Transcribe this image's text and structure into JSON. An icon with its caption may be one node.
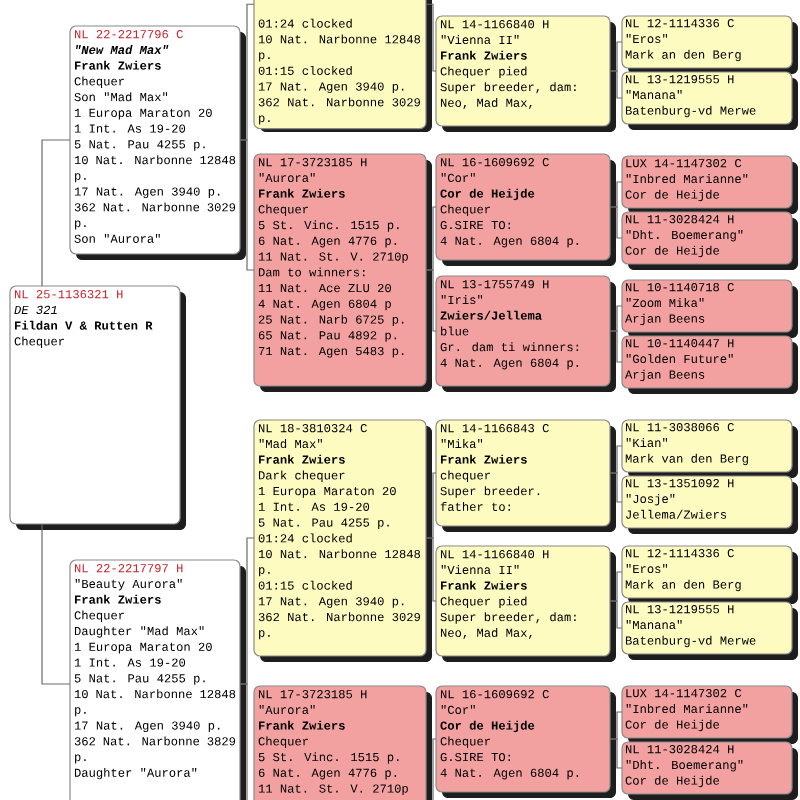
{
  "diagram": {
    "nodes": [
      {
        "text": [
          "NL 25-1136321 H",
          "DE 321",
          "Fildan V & Rutten R",
          "Chequer"
        ]
      },
      {
        "text": [
          "NL 22-2217796 C",
          "\"New Mad Max\"",
          "Frank Zwiers",
          "Chequer",
          "Son \"Mad Max\"",
          "1 Europa Maraton 20",
          "1 Int. As 19-20",
          "5 Nat. Pau 4255 p.",
          "10 Nat. Narbonne 12848 p.",
          "17 Nat. Agen 3940 p.",
          "362 Nat. Narbonne 3029 p.",
          "Son \"Aurora\""
        ]
      },
      {
        "text": [
          "NL 22-2217797 H",
          "\"Beauty Aurora\"",
          "Frank Zwiers",
          "Chequer",
          "Daughter \"Mad Max\"",
          "1 Europa Maraton 20",
          "1 Int. As 19-20",
          "5 Nat. Pau 4255 p.",
          "10 Nat. Narbonne 12848 p.",
          "17 Nat. Agen 3940 p.",
          "362 Nat. Narbonne 3829 p.",
          "Daughter \"Aurora\""
        ]
      },
      {
        "text": [
          "01:24 clocked",
          "10 Nat. Narbonne 12848 p.",
          "01:15 clocked",
          "17 Nat. Agen 3940 p.",
          "362 Nat. Narbonne 3029 p."
        ]
      },
      {
        "text": [
          "NL 17-3723185 H",
          "\"Aurora\"",
          "Frank Zwiers",
          "Chequer",
          "5 St. Vinc. 1515 p.",
          "6 Nat. Agen 4776 p.",
          "11 Nat. St. V. 2710p",
          "Dam to winners:",
          "11 Nat. Ace ZLU 20",
          "4 Nat. Agen 6804 p",
          "25 Nat. Narb 6725 p.",
          "65 Nat. Pau 4892 p.",
          "71 Nat. Agen 5483 p."
        ]
      },
      {
        "text": [
          "NL 18-3810324 C",
          "\"Mad Max\"",
          "Frank Zwiers",
          "Dark chequer",
          "1 Europa Maraton 20",
          "1 Int. As 19-20",
          "5 Nat. Pau 4255 p.",
          "01:24 clocked",
          "10 Nat. Narbonne 12848 p.",
          "01:15 clocked",
          "17 Nat. Agen 3940 p.",
          "362 Nat. Narbonne 3029 p."
        ]
      },
      {
        "text": [
          "NL 17-3723185 H",
          "\"Aurora\"",
          "Frank Zwiers",
          "Chequer",
          "5 St. Vinc. 1515 p.",
          "6 Nat. Agen 4776 p.",
          "11 Nat. St. V. 2710p"
        ]
      },
      {
        "text": [
          "NL 14-1166840 H",
          "\"Vienna II\"",
          "Frank Zwiers",
          "Chequer pied",
          "Super breeder, dam:",
          "Neo, Mad Max,"
        ]
      },
      {
        "text": [
          "NL 16-1609692 C",
          "\"Cor\"",
          "Cor de Heijde",
          "Chequer",
          "G.SIRE TO:",
          "4 Nat. Agen 6804 p."
        ]
      },
      {
        "text": [
          "NL 13-1755749 H",
          "\"Iris\"",
          "Zwiers/Jellema",
          "blue",
          "Gr. dam ti winners:",
          "4 Nat. Agen 6804 p."
        ]
      },
      {
        "text": [
          "NL 14-1166843 C",
          "\"Mika\"",
          "Frank Zwiers",
          "chequer",
          "Super breeder.",
          "father to:"
        ]
      },
      {
        "text": [
          "NL 14-1166840 H",
          "\"Vienna II\"",
          "Frank Zwiers",
          "Chequer pied",
          "Super breeder, dam:",
          "Neo, Mad Max,"
        ]
      },
      {
        "text": [
          "NL 16-1609692 C",
          "\"Cor\"",
          "Cor de Heijde",
          "Chequer",
          "G.SIRE TO:",
          "4 Nat. Agen 6804 p."
        ]
      },
      {
        "text": [
          "NL 12-1114336 C",
          "\"Eros\"",
          "Mark an den Berg"
        ]
      },
      {
        "text": [
          "NL 13-1219555 H",
          "\"Manana\"",
          "Batenburg-vd Merwe"
        ]
      },
      {
        "text": [
          "LUX 14-1147302 C",
          "\"Inbred Marianne\"",
          "Cor de Heijde"
        ]
      },
      {
        "text": [
          "NL 11-3028424 H",
          "\"Dht. Boemerang\"",
          "Cor de Heijde"
        ]
      },
      {
        "text": [
          "NL 10-1140718 C",
          "\"Zoom Mika\"",
          "Arjan Beens"
        ]
      },
      {
        "text": [
          "NL 10-1140447 H",
          "\"Golden Future\"",
          "Arjan Beens"
        ]
      },
      {
        "text": [
          "NL 11-3038066 C",
          "\"Kian\"",
          "Mark van den Berg"
        ]
      },
      {
        "text": [
          "NL 13-1351092 H",
          "\"Josje\"",
          "Jellema/Zwiers"
        ]
      },
      {
        "text": [
          "NL 12-1114336 C",
          "\"Eros\"",
          "Mark an den Berg"
        ]
      },
      {
        "text": [
          "NL 13-1219555 H",
          "\"Manana\"",
          "Batenburg-vd Merwe"
        ]
      },
      {
        "text": [
          "LUX 14-1147302 C",
          "\"Inbred Marianne\"",
          "Cor de Heijde"
        ]
      },
      {
        "text": [
          "NL 11-3028424 H",
          "\"Dht. Boemerang\"",
          "Cor de Heijde"
        ]
      }
    ],
    "edges": [
      {
        "from": 0,
        "to": 1,
        "arrow": "none"
      },
      {
        "from": 0,
        "to": 2,
        "arrow": "none"
      },
      {
        "from": 1,
        "to": 3,
        "arrow": "none"
      },
      {
        "from": 1,
        "to": 4,
        "arrow": "none"
      },
      {
        "from": 2,
        "to": 5,
        "arrow": "none"
      },
      {
        "from": 2,
        "to": 6,
        "arrow": "none"
      },
      {
        "from": 3,
        "to": 7,
        "arrow": "none"
      },
      {
        "from": 4,
        "to": 8,
        "arrow": "none"
      },
      {
        "from": 4,
        "to": 9,
        "arrow": "none"
      },
      {
        "from": 5,
        "to": 10,
        "arrow": "none"
      },
      {
        "from": 5,
        "to": 11,
        "arrow": "none"
      },
      {
        "from": 6,
        "to": 12,
        "arrow": "none"
      },
      {
        "from": 7,
        "to": 13,
        "arrow": "none"
      },
      {
        "from": 7,
        "to": 14,
        "arrow": "none"
      },
      {
        "from": 8,
        "to": 15,
        "arrow": "none"
      },
      {
        "from": 8,
        "to": 16,
        "arrow": "none"
      },
      {
        "from": 9,
        "to": 17,
        "arrow": "none"
      },
      {
        "from": 9,
        "to": 18,
        "arrow": "none"
      },
      {
        "from": 10,
        "to": 19,
        "arrow": "none"
      },
      {
        "from": 10,
        "to": 20,
        "arrow": "none"
      },
      {
        "from": 11,
        "to": 21,
        "arrow": "none"
      },
      {
        "from": 11,
        "to": 22,
        "arrow": "none"
      },
      {
        "from": 12,
        "to": 23,
        "arrow": "none"
      },
      {
        "from": 12,
        "to": 24,
        "arrow": "none"
      }
    ]
  }
}
